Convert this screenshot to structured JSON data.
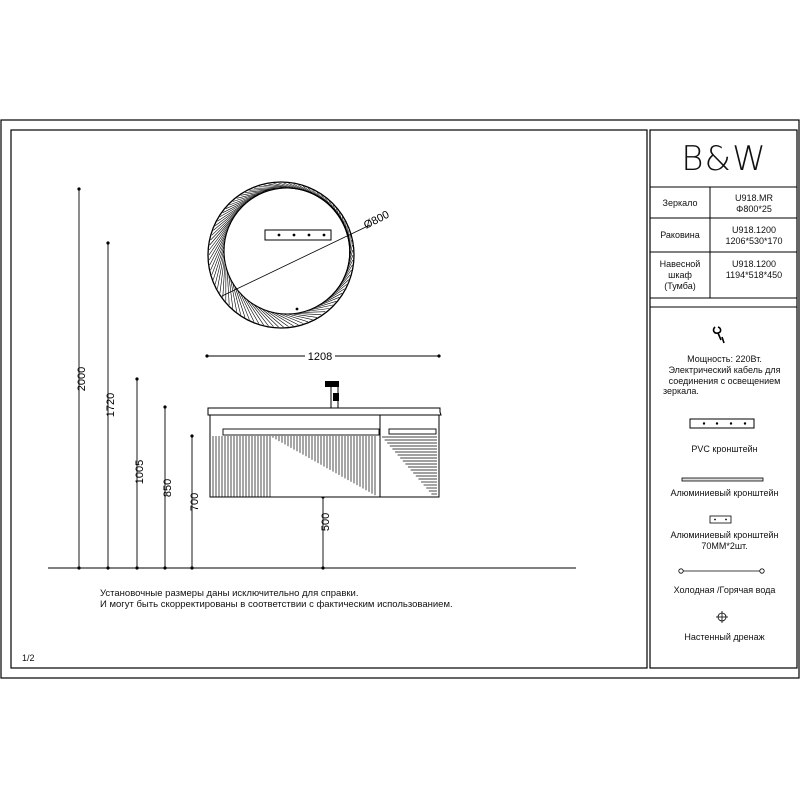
{
  "brand": {
    "logo_text": "B&W"
  },
  "spec_table": [
    {
      "name": "Зеркало",
      "code": "U918.MR",
      "size": "Φ800*25"
    },
    {
      "name": "Раковина",
      "code": "U918.1200",
      "size": "1206*530*170"
    },
    {
      "name_lines": [
        "Навесной",
        "шкаф",
        "(Тумба)"
      ],
      "code": "U918.1200",
      "size": "1194*518*450"
    }
  ],
  "drawing": {
    "mirror_diameter_label": "Ø800",
    "width_label": "1208",
    "heights": [
      "2000",
      "1720",
      "1005",
      "850",
      "700",
      "500"
    ]
  },
  "note": {
    "line1": "Установочные размеры даны исключительно для справки.",
    "line2": "И могут быть скорректированы в соответствии с фактическим использованием."
  },
  "legend": {
    "power_line1": "Мощность: 220Вт.",
    "power_line2": "Электрический кабель для",
    "power_line3": "соединения с освещением",
    "power_line4": "зеркала.",
    "pvc_bracket": "PVC кронштейн",
    "alu_bracket": "Алюминиевый кронштейн",
    "alu_bracket2_line1": "Алюминиевый кронштейн",
    "alu_bracket2_line2": "70ММ*2шт.",
    "water": "Холодная /Горячая вода",
    "drain": "Настенный дренаж"
  },
  "page_number": "1/2"
}
